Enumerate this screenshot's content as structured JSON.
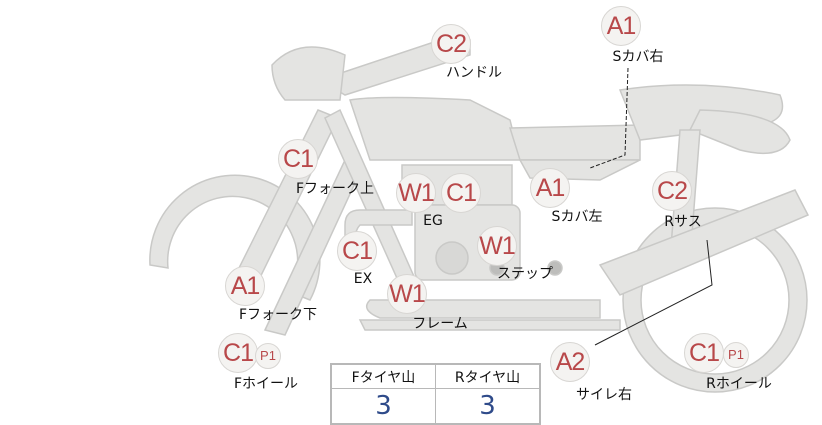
{
  "parts": [
    {
      "id": "handle",
      "codes": [
        "C2"
      ],
      "label": "ハンドル"
    },
    {
      "id": "s-cover-right",
      "codes": [
        "A1"
      ],
      "label": "Sカバ右"
    },
    {
      "id": "f-fork-upper",
      "codes": [
        "C1"
      ],
      "label": "Fフォーク上"
    },
    {
      "id": "engine",
      "codes": [
        "W1",
        "C1"
      ],
      "label": "EG"
    },
    {
      "id": "s-cover-left",
      "codes": [
        "A1"
      ],
      "label": "Sカバ左"
    },
    {
      "id": "r-suspension",
      "codes": [
        "C2"
      ],
      "label": "Rサス"
    },
    {
      "id": "exhaust",
      "codes": [
        "C1"
      ],
      "label": "EX"
    },
    {
      "id": "step",
      "codes": [
        "W1"
      ],
      "label": "ステップ"
    },
    {
      "id": "f-fork-lower",
      "codes": [
        "A1"
      ],
      "label": "Fフォーク下"
    },
    {
      "id": "frame",
      "codes": [
        "W1"
      ],
      "label": "フレーム"
    },
    {
      "id": "f-wheel",
      "codes": [
        "C1",
        "P1"
      ],
      "label": "Fホイール"
    },
    {
      "id": "silencer-right",
      "codes": [
        "A2"
      ],
      "label": "サイレ右"
    },
    {
      "id": "r-wheel",
      "codes": [
        "C1",
        "P1"
      ],
      "label": "Rホイール"
    }
  ],
  "tire_table": {
    "headers": [
      "Fタイヤ山",
      "Rタイヤ山"
    ],
    "values": [
      "3",
      "3"
    ]
  },
  "colors": {
    "code": "#b8484a",
    "value": "#2f4b8a",
    "bike": "#e4e4e2"
  }
}
